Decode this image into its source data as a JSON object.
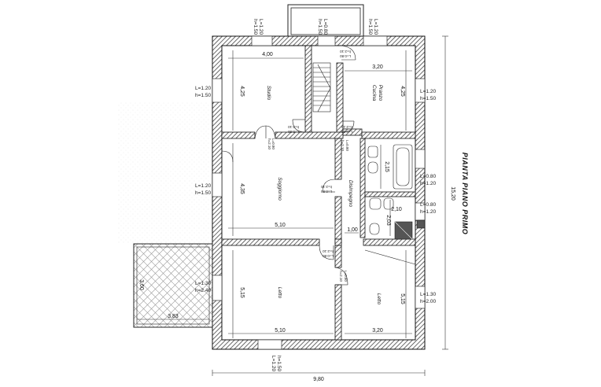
{
  "title": "PIANTA PIANO PRIMO",
  "colors": {
    "wall": "#222222",
    "hatch": "#888888",
    "line": "#111111",
    "background": "#ffffff"
  },
  "rooms": {
    "studio": "Studio",
    "cucina": "Cucina",
    "pranzo": "Pranzo",
    "soggiorno": "Soggiorno",
    "disimpegno": "Disimpegno",
    "letto1": "Letto",
    "letto2": "Letto"
  },
  "dimensions": {
    "studio_w": "4,00",
    "studio_h": "4,25",
    "cucina_w": "3,20",
    "cucina_h": "4,25",
    "soggiorno_w": "5,10",
    "soggiorno_h": "4,35",
    "letto1_w": "5,10",
    "letto1_h": "5,15",
    "letto2_w": "3,20",
    "letto2_h": "5,15",
    "bagno1_h": "2,15",
    "bagno2_w": "2,10",
    "bagno2_h": "2,03",
    "disimpegno_w": "1,00",
    "total_w": "9,80",
    "total_h": "15,20",
    "terrace_w": "3,83",
    "terrace_h": "3,60"
  },
  "windows": {
    "top_left": {
      "l": "L=1.20",
      "h": "h=1.50"
    },
    "top_mid": {
      "l": "L=0.80",
      "h": "h=1.50"
    },
    "top_right": {
      "l": "L=1.20",
      "h": "h=1.50"
    },
    "left_studio": {
      "l": "L=1.20",
      "h": "h=1.50"
    },
    "left_soggiorno": {
      "l": "L=1.20",
      "h": "h=1.50"
    },
    "left_letto": {
      "l": "L=1.30",
      "h": "h=2.40"
    },
    "right_cucina": {
      "l": "L=1.20",
      "h": "h=1.50"
    },
    "right_bagno1": {
      "l": "L=0.80",
      "h": "h=1.20"
    },
    "right_bagno2": {
      "l": "L=0.80",
      "h": "h=1.20"
    },
    "right_letto": {
      "l": "L=1.30",
      "h": "h=2.00"
    },
    "bottom": {
      "l": "L=1.20",
      "h": "h=1.50"
    }
  },
  "doors": {
    "d1": "L=0.80",
    "d1h": "h=2.10",
    "d2": "L=0.80",
    "d2h": "h=2.10",
    "d3": "L=0.80",
    "d3h": "h=2.10",
    "d4": "L=0.80",
    "d4h": "h=2.10",
    "d5": "L=0.80",
    "d5h": "h=2.10",
    "d6": "L=0.80",
    "d6h": "h=2.10",
    "d7": "L=0.80",
    "d7h": "h=2.10"
  }
}
